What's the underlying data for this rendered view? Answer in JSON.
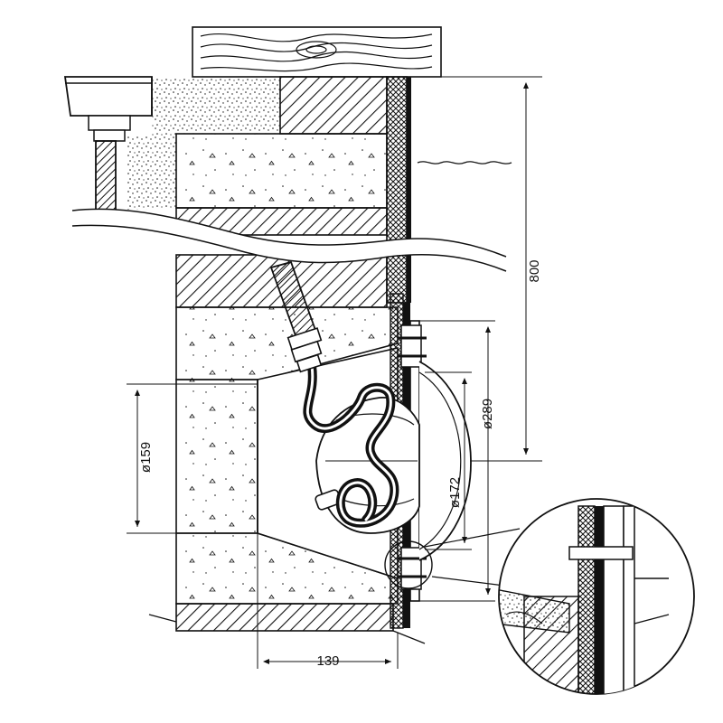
{
  "diagram": {
    "dimensions": {
      "depth": "800",
      "flange_diameter": "ø289",
      "lens_diameter": "ø172",
      "hole_diameter": "ø159",
      "niche_depth": "139"
    },
    "colors": {
      "line": "#111111",
      "background": "#ffffff",
      "concrete_fill": "#ffffff",
      "hatch": "#111111"
    }
  }
}
